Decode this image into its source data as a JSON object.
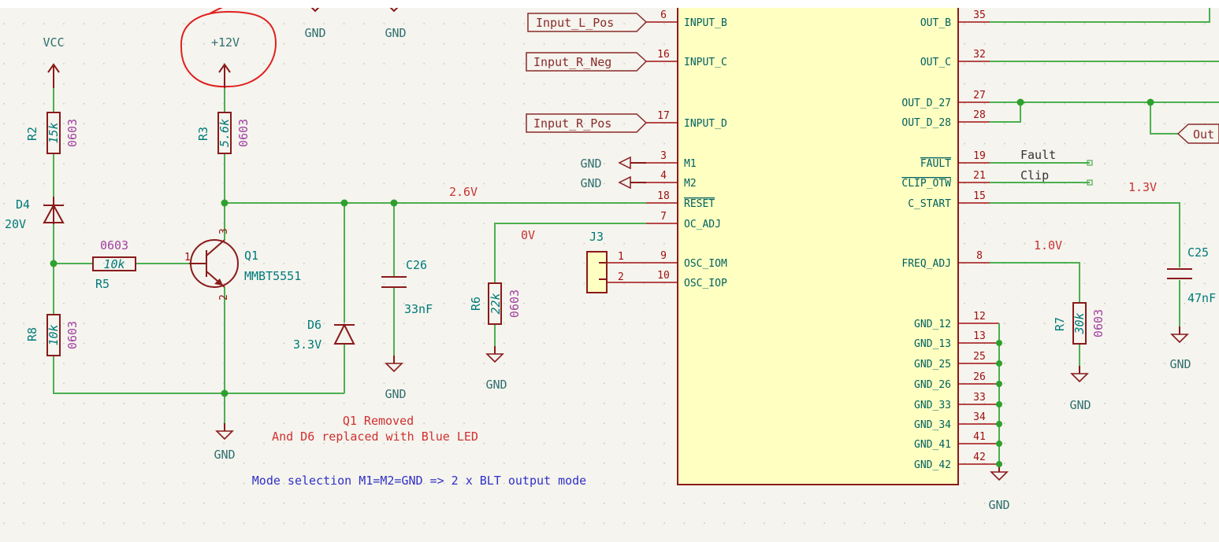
{
  "power": {
    "vcc": "VCC",
    "v12": "+12V",
    "gnd": "GND"
  },
  "components": {
    "r2": {
      "ref": "R2",
      "value": "15k",
      "footprint": "0603"
    },
    "r3": {
      "ref": "R3",
      "value": "5.6k",
      "footprint": "0603"
    },
    "r5": {
      "ref": "R5",
      "value": "10k",
      "footprint": "0603"
    },
    "r6": {
      "ref": "R6",
      "value": "22k",
      "footprint": "0603"
    },
    "r7": {
      "ref": "R7",
      "value": "30k",
      "footprint": "0603"
    },
    "r8": {
      "ref": "R8",
      "value": "10k",
      "footprint": "0603"
    },
    "d4": {
      "ref": "D4",
      "value": "20V"
    },
    "d6": {
      "ref": "D6",
      "value": "3.3V"
    },
    "q1": {
      "ref": "Q1",
      "value": "MMBT5551",
      "pin_b": "1",
      "pin_c": "3",
      "pin_e": "2"
    },
    "c25": {
      "ref": "C25",
      "value": "47nF"
    },
    "c26": {
      "ref": "C26",
      "value": "33nF"
    },
    "j3": {
      "ref": "J3",
      "pin1": "1",
      "pin2": "2"
    }
  },
  "nets": {
    "v26": "2.6V",
    "v0": "0V",
    "v13": "1.3V",
    "v10": "1.0V",
    "fault": "Fault",
    "clip": "Clip"
  },
  "labels": {
    "in_l_pos": "Input_L_Pos",
    "in_r_neg": "Input_R_Neg",
    "in_r_pos": "Input_R_Pos",
    "out": "Out"
  },
  "ic_left_pins": [
    {
      "name": "INPUT_B",
      "num": "6"
    },
    {
      "name": "INPUT_C",
      "num": "16"
    },
    {
      "name": "INPUT_D",
      "num": "17"
    },
    {
      "name": "M1",
      "num": "3"
    },
    {
      "name": "M2",
      "num": "4"
    },
    {
      "name": "RESET",
      "num": "18"
    },
    {
      "name": "OC_ADJ",
      "num": "7"
    },
    {
      "name": "OSC_IOM",
      "num": "9"
    },
    {
      "name": "OSC_IOP",
      "num": "10"
    }
  ],
  "ic_right_pins": [
    {
      "name": "OUT_B",
      "num": "35"
    },
    {
      "name": "OUT_C",
      "num": "32"
    },
    {
      "name": "OUT_D_27",
      "num": "27"
    },
    {
      "name": "OUT_D_28",
      "num": "28"
    },
    {
      "name": "FAULT",
      "num": "19"
    },
    {
      "name": "CLIP_OTW",
      "num": "21"
    },
    {
      "name": "C_START",
      "num": "15"
    },
    {
      "name": "FREQ_ADJ",
      "num": "8"
    },
    {
      "name": "GND_12",
      "num": "12"
    },
    {
      "name": "GND_13",
      "num": "13"
    },
    {
      "name": "GND_25",
      "num": "25"
    },
    {
      "name": "GND_26",
      "num": "26"
    },
    {
      "name": "GND_33",
      "num": "33"
    },
    {
      "name": "GND_34",
      "num": "34"
    },
    {
      "name": "GND_41",
      "num": "41"
    },
    {
      "name": "GND_42",
      "num": "42"
    }
  ],
  "notes": {
    "line1": "Q1 Removed",
    "line2": "And D6 replaced with Blue LED",
    "mode": "Mode selection M1=M2=GND => 2 x BLT output mode"
  },
  "colors": {
    "wire": "#4caf50",
    "component": "#8a1a1a",
    "ic_fill": "#ffffc2",
    "annotation_circle": "#e02020",
    "background": "#f5f4ee"
  }
}
